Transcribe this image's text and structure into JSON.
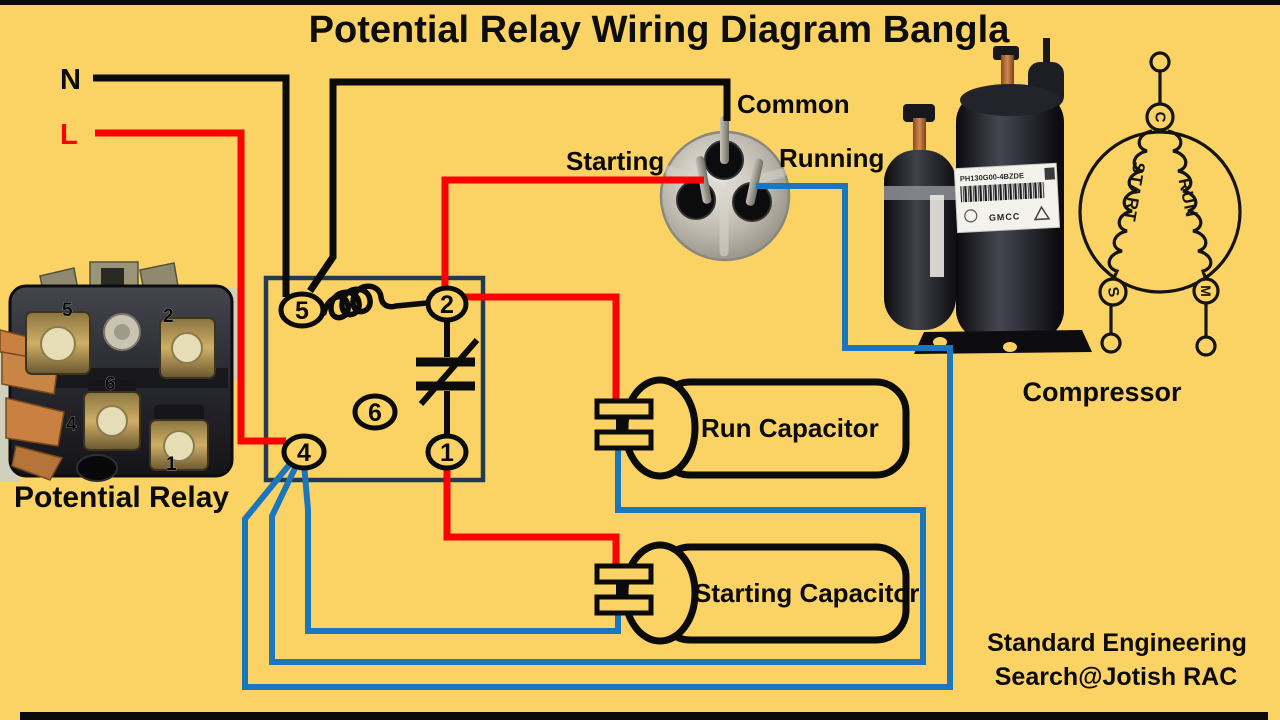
{
  "title": "Potential Relay Wiring Diagram Bangla",
  "power": {
    "neutral": "N",
    "line": "L"
  },
  "compressor_terminals": {
    "starting": "Starting",
    "common": "Common",
    "running": "Running"
  },
  "capacitors": {
    "run": "Run Capacitor",
    "start": "Starting Capacitor"
  },
  "potential_relay": {
    "caption": "Potential Relay",
    "numbers": {
      "t5": "5",
      "t2": "2",
      "t6": "6",
      "t4": "4",
      "t1": "1"
    }
  },
  "relay_schematic": {
    "t5": "5",
    "t2": "2",
    "t6": "6",
    "t4": "4",
    "t1": "1"
  },
  "compressor": {
    "caption": "Compressor",
    "label_model": "PH130G00-4BZDE",
    "label_brand": "GMCC"
  },
  "winding": {
    "start": "START",
    "run": "RUN",
    "c": "C",
    "s": "S",
    "m": "M"
  },
  "footer": {
    "line1": "Standard Engineering",
    "line2": "Search@Jotish RAC"
  },
  "colors": {
    "background": "#FAD364",
    "wire_red": "#FB0100",
    "wire_blue": "#1B76BE",
    "wire_black": "#0B0B0B",
    "schematic_box": "#223A52"
  }
}
